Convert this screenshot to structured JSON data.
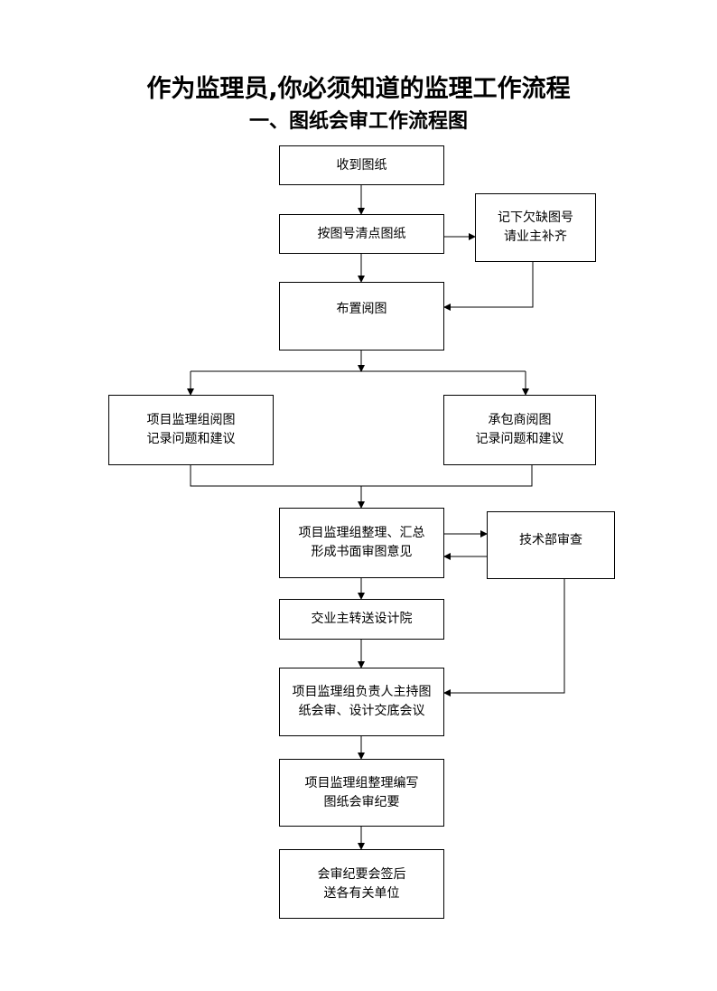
{
  "header": {
    "title": "作为监理员,你必须知道的监理工作流程",
    "subtitle": "一、图纸会审工作流程图"
  },
  "flow": {
    "receive": {
      "line1": "收到图纸"
    },
    "check": {
      "line1": "按图号清点图纸"
    },
    "missing": {
      "line1": "记下欠缺图号",
      "line2": "请业主补齐"
    },
    "arrange": {
      "line1": "布置阅图"
    },
    "supervisor_review": {
      "line1": "项目监理组阅图",
      "line2": "记录问题和建议"
    },
    "contractor_review": {
      "line1": "承包商阅图",
      "line2": "记录问题和建议"
    },
    "compile": {
      "line1": "项目监理组整理、汇总",
      "line2": "形成书面审图意见"
    },
    "tech_dept": {
      "line1": "技术部审查"
    },
    "forward": {
      "line1": "交业主转送设计院"
    },
    "meeting": {
      "line1": "项目监理组负责人主持图",
      "line2": "纸会审、设计交底会议"
    },
    "minutes": {
      "line1": "项目监理组整理编写",
      "line2": "图纸会审纪要"
    },
    "distribute": {
      "line1": "会审纪要会签后",
      "line2": "送各有关单位"
    }
  }
}
